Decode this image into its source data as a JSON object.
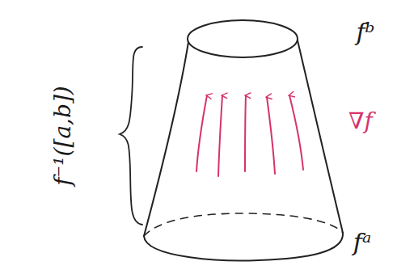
{
  "diagram": {
    "labels": [
      "f⁻¹([a,b])",
      "fᵇ",
      "fᵃ",
      "∇f"
    ]
  }
}
